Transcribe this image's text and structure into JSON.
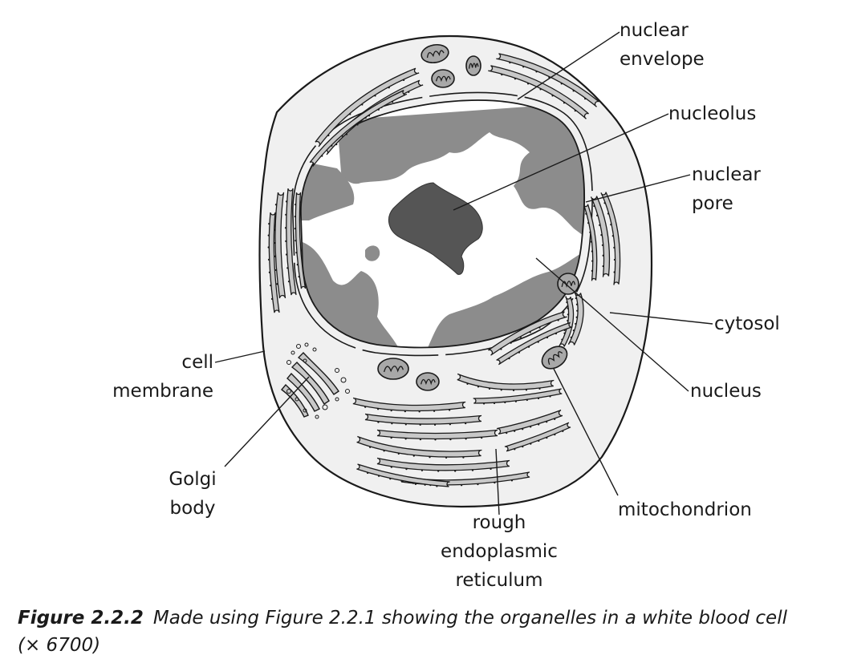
{
  "labels": {
    "nuclear_envelope": [
      "nuclear",
      "envelope"
    ],
    "nucleolus": "nucleolus",
    "nuclear_pore": [
      "nuclear",
      "pore"
    ],
    "cytosol": "cytosol",
    "nucleus": "nucleus",
    "mitochondrion": "mitochondrion",
    "rough_er": [
      "rough",
      "endoplasmic",
      "reticulum"
    ],
    "golgi_body": [
      "Golgi",
      "body"
    ],
    "cell_membrane": [
      "cell",
      "membrane"
    ]
  },
  "caption": {
    "number": "Figure 2.2.2",
    "text": "Made using Figure 2.2.1 showing the organelles in a white blood cell",
    "magnification": "(× 6700)"
  },
  "colors": {
    "outline": "#1a1a1a",
    "cytoplasm": "#f0f0f0",
    "organelle_fill": "#c8c8c8",
    "heterochromatin": "#8c8c8c",
    "nucleolus": "#555555",
    "nucleoplasm": "#ffffff"
  }
}
